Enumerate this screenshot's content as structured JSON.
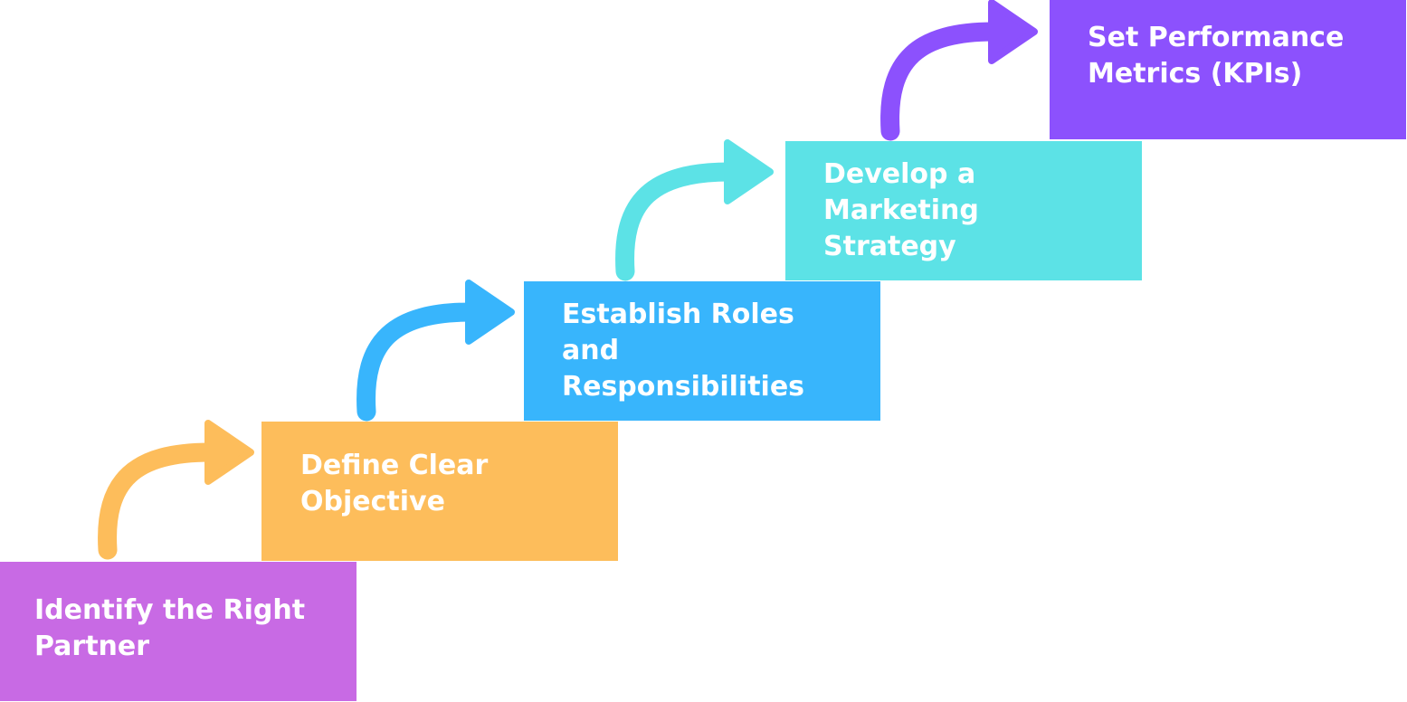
{
  "steps": [
    {
      "label": "Identify the Right\nPartner",
      "color": "#c86ae4"
    },
    {
      "label": "Define Clear\nObjective",
      "color": "#fdbd5b"
    },
    {
      "label": "Establish Roles\nand\nResponsibilities",
      "color": "#38b5fc"
    },
    {
      "label": "Develop a\nMarketing\nStrategy",
      "color": "#5ce2e6"
    },
    {
      "label": "Set Performance\nMetrics (KPIs)",
      "color": "#8c51fd"
    }
  ],
  "arrows": [
    {
      "color": "#fdbd5b",
      "icon": "curved-arrow-icon"
    },
    {
      "color": "#38b5fc",
      "icon": "curved-arrow-icon"
    },
    {
      "color": "#5ce2e6",
      "icon": "curved-arrow-icon"
    },
    {
      "color": "#8c51fd",
      "icon": "curved-arrow-icon"
    }
  ]
}
